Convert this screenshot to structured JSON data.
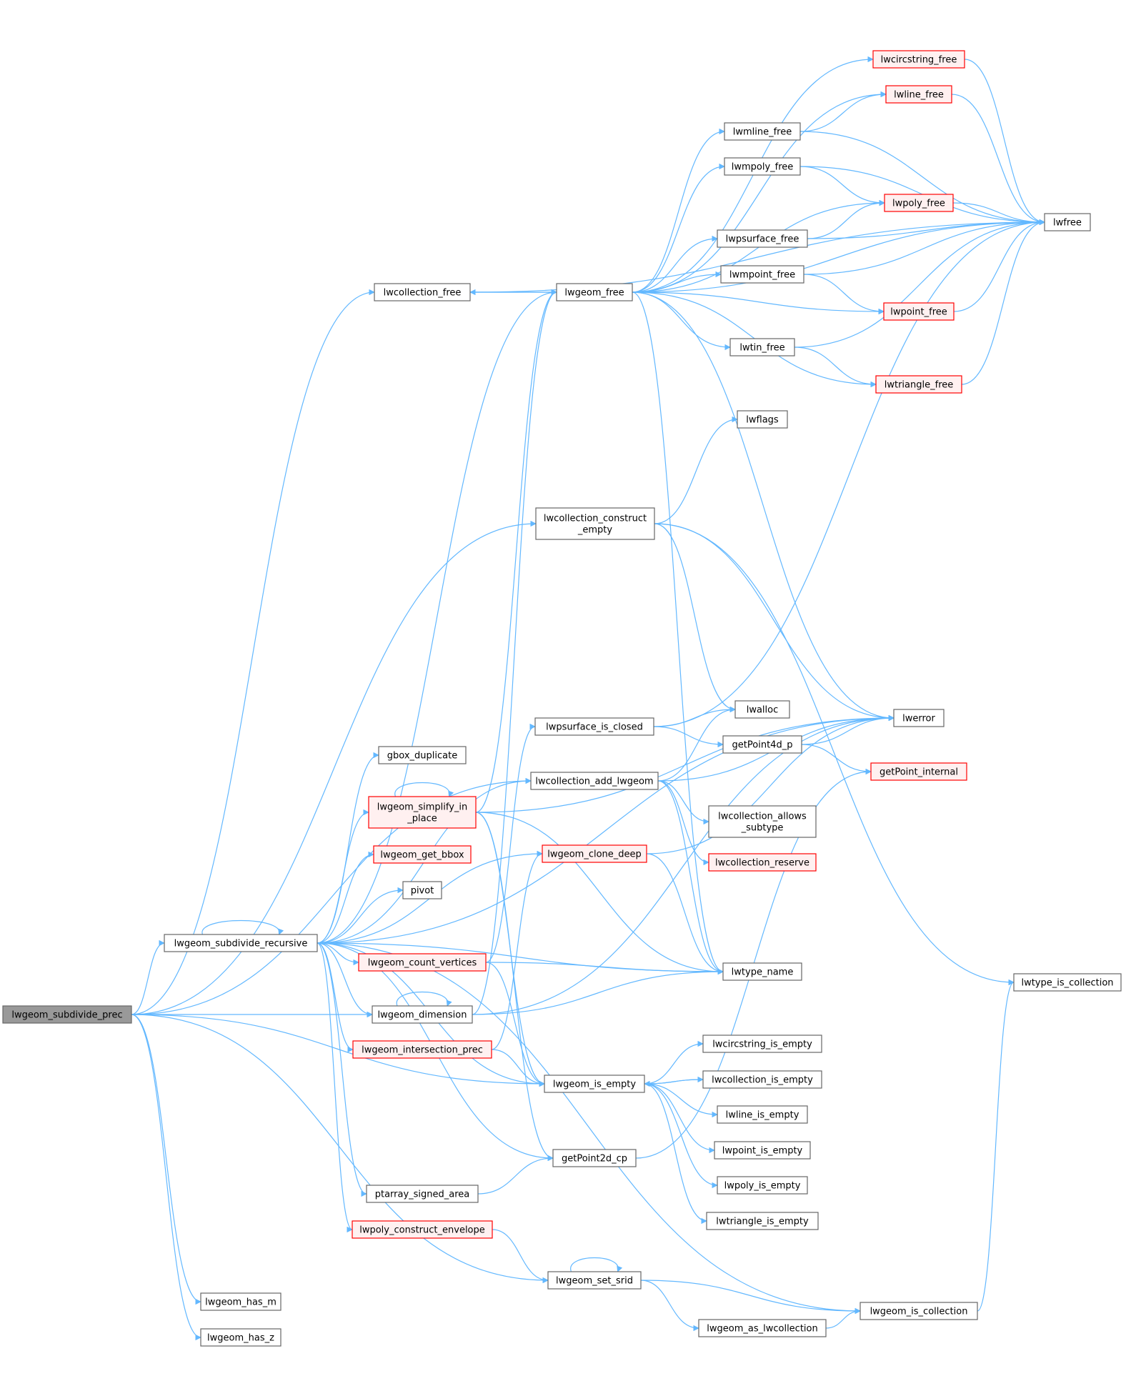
{
  "colors": {
    "edge": "#63b8ff",
    "node_border": "#666666",
    "node_fill": "#ffffff",
    "root_fill": "#999999",
    "red_border": "#ff0000",
    "red_fill": "#fff0f0"
  },
  "nodes": {
    "lwgeom_subdivide_prec": {
      "lines": [
        "lwgeom_subdivide_prec"
      ],
      "style": "root"
    },
    "lwcollection_free": {
      "lines": [
        "lwcollection_free"
      ],
      "style": "normal"
    },
    "lwgeom_free": {
      "lines": [
        "lwgeom_free"
      ],
      "style": "normal"
    },
    "lwcircstring_free": {
      "lines": [
        "lwcircstring_free"
      ],
      "style": "red"
    },
    "lwline_free": {
      "lines": [
        "lwline_free"
      ],
      "style": "red"
    },
    "lwmline_free": {
      "lines": [
        "lwmline_free"
      ],
      "style": "normal"
    },
    "lwmpoly_free": {
      "lines": [
        "lwmpoly_free"
      ],
      "style": "normal"
    },
    "lwpoly_free": {
      "lines": [
        "lwpoly_free"
      ],
      "style": "red"
    },
    "lwpsurface_free": {
      "lines": [
        "lwpsurface_free"
      ],
      "style": "normal"
    },
    "lwmpoint_free": {
      "lines": [
        "lwmpoint_free"
      ],
      "style": "normal"
    },
    "lwpoint_free": {
      "lines": [
        "lwpoint_free"
      ],
      "style": "red"
    },
    "lwtin_free": {
      "lines": [
        "lwtin_free"
      ],
      "style": "normal"
    },
    "lwtriangle_free": {
      "lines": [
        "lwtriangle_free"
      ],
      "style": "red"
    },
    "lwfree": {
      "lines": [
        "lwfree"
      ],
      "style": "normal"
    },
    "lwflags": {
      "lines": [
        "lwflags"
      ],
      "style": "normal"
    },
    "lwcollection_construct_empty": {
      "lines": [
        "lwcollection_construct",
        "_empty"
      ],
      "style": "normal"
    },
    "lwalloc": {
      "lines": [
        "lwalloc"
      ],
      "style": "normal"
    },
    "lwerror": {
      "lines": [
        "lwerror"
      ],
      "style": "normal"
    },
    "lwpsurface_is_closed": {
      "lines": [
        "lwpsurface_is_closed"
      ],
      "style": "normal"
    },
    "getPoint4d_p": {
      "lines": [
        "getPoint4d_p"
      ],
      "style": "normal"
    },
    "getPoint_internal": {
      "lines": [
        "getPoint_internal"
      ],
      "style": "red"
    },
    "gbox_duplicate": {
      "lines": [
        "gbox_duplicate"
      ],
      "style": "normal"
    },
    "lwcollection_add_lwgeom": {
      "lines": [
        "lwcollection_add_lwgeom"
      ],
      "style": "normal"
    },
    "lwgeom_simplify_in_place": {
      "lines": [
        "lwgeom_simplify_in",
        "_place"
      ],
      "style": "red"
    },
    "lwcollection_allows_subtype": {
      "lines": [
        "lwcollection_allows",
        "_subtype"
      ],
      "style": "normal"
    },
    "lwgeom_get_bbox": {
      "lines": [
        "lwgeom_get_bbox"
      ],
      "style": "red"
    },
    "lwgeom_clone_deep": {
      "lines": [
        "lwgeom_clone_deep"
      ],
      "style": "red"
    },
    "lwcollection_reserve": {
      "lines": [
        "lwcollection_reserve"
      ],
      "style": "red"
    },
    "pivot": {
      "lines": [
        "pivot"
      ],
      "style": "normal"
    },
    "lwgeom_subdivide_recursive": {
      "lines": [
        "lwgeom_subdivide_recursive"
      ],
      "style": "normal"
    },
    "lwgeom_count_vertices": {
      "lines": [
        "lwgeom_count_vertices"
      ],
      "style": "red"
    },
    "lwtype_name": {
      "lines": [
        "lwtype_name"
      ],
      "style": "normal"
    },
    "lwtype_is_collection": {
      "lines": [
        "lwtype_is_collection"
      ],
      "style": "normal"
    },
    "lwgeom_dimension": {
      "lines": [
        "lwgeom_dimension"
      ],
      "style": "normal"
    },
    "lwcircstring_is_empty": {
      "lines": [
        "lwcircstring_is_empty"
      ],
      "style": "normal"
    },
    "lwgeom_intersection_prec": {
      "lines": [
        "lwgeom_intersection_prec"
      ],
      "style": "red"
    },
    "lwcollection_is_empty": {
      "lines": [
        "lwcollection_is_empty"
      ],
      "style": "normal"
    },
    "lwgeom_is_empty": {
      "lines": [
        "lwgeom_is_empty"
      ],
      "style": "normal"
    },
    "lwline_is_empty": {
      "lines": [
        "lwline_is_empty"
      ],
      "style": "normal"
    },
    "lwpoint_is_empty": {
      "lines": [
        "lwpoint_is_empty"
      ],
      "style": "normal"
    },
    "getPoint2d_cp": {
      "lines": [
        "getPoint2d_cp"
      ],
      "style": "normal"
    },
    "ptarray_signed_area": {
      "lines": [
        "ptarray_signed_area"
      ],
      "style": "normal"
    },
    "lwpoly_is_empty": {
      "lines": [
        "lwpoly_is_empty"
      ],
      "style": "normal"
    },
    "lwtriangle_is_empty": {
      "lines": [
        "lwtriangle_is_empty"
      ],
      "style": "normal"
    },
    "lwpoly_construct_envelope": {
      "lines": [
        "lwpoly_construct_envelope"
      ],
      "style": "red"
    },
    "lwgeom_set_srid": {
      "lines": [
        "lwgeom_set_srid"
      ],
      "style": "normal"
    },
    "lwgeom_is_collection": {
      "lines": [
        "lwgeom_is_collection"
      ],
      "style": "normal"
    },
    "lwgeom_as_lwcollection": {
      "lines": [
        "lwgeom_as_lwcollection"
      ],
      "style": "normal"
    },
    "lwgeom_has_m": {
      "lines": [
        "lwgeom_has_m"
      ],
      "style": "normal"
    },
    "lwgeom_has_z": {
      "lines": [
        "lwgeom_has_z"
      ],
      "style": "normal"
    }
  },
  "edges": [
    [
      "lwgeom_subdivide_prec",
      "lwcollection_free"
    ],
    [
      "lwgeom_subdivide_prec",
      "lwcollection_construct_empty"
    ],
    [
      "lwgeom_subdivide_prec",
      "lwcollection_add_lwgeom"
    ],
    [
      "lwgeom_subdivide_prec",
      "lwgeom_subdivide_recursive"
    ],
    [
      "lwgeom_subdivide_prec",
      "lwgeom_dimension"
    ],
    [
      "lwgeom_subdivide_prec",
      "lwgeom_is_empty"
    ],
    [
      "lwgeom_subdivide_prec",
      "lwgeom_set_srid"
    ],
    [
      "lwgeom_subdivide_prec",
      "lwgeom_has_m"
    ],
    [
      "lwgeom_subdivide_prec",
      "lwgeom_has_z"
    ],
    [
      "lwcollection_free",
      "lwgeom_free"
    ],
    [
      "lwcollection_free",
      "lwfree"
    ],
    [
      "lwgeom_free",
      "lwcollection_free"
    ],
    [
      "lwgeom_free",
      "lwcircstring_free"
    ],
    [
      "lwgeom_free",
      "lwline_free"
    ],
    [
      "lwgeom_free",
      "lwmline_free"
    ],
    [
      "lwgeom_free",
      "lwmpoly_free"
    ],
    [
      "lwgeom_free",
      "lwpoly_free"
    ],
    [
      "lwgeom_free",
      "lwpsurface_free"
    ],
    [
      "lwgeom_free",
      "lwmpoint_free"
    ],
    [
      "lwgeom_free",
      "lwpoint_free"
    ],
    [
      "lwgeom_free",
      "lwtin_free"
    ],
    [
      "lwgeom_free",
      "lwtriangle_free"
    ],
    [
      "lwgeom_free",
      "lwfree"
    ],
    [
      "lwgeom_free",
      "lwerror"
    ],
    [
      "lwgeom_free",
      "lwtype_name"
    ],
    [
      "lwcircstring_free",
      "lwfree"
    ],
    [
      "lwline_free",
      "lwfree"
    ],
    [
      "lwmline_free",
      "lwline_free"
    ],
    [
      "lwmline_free",
      "lwfree"
    ],
    [
      "lwmpoly_free",
      "lwpoly_free"
    ],
    [
      "lwmpoly_free",
      "lwfree"
    ],
    [
      "lwpoly_free",
      "lwfree"
    ],
    [
      "lwpsurface_free",
      "lwpoly_free"
    ],
    [
      "lwpsurface_free",
      "lwfree"
    ],
    [
      "lwmpoint_free",
      "lwpoint_free"
    ],
    [
      "lwmpoint_free",
      "lwfree"
    ],
    [
      "lwpoint_free",
      "lwfree"
    ],
    [
      "lwtin_free",
      "lwtriangle_free"
    ],
    [
      "lwtin_free",
      "lwfree"
    ],
    [
      "lwtriangle_free",
      "lwfree"
    ],
    [
      "lwcollection_construct_empty",
      "lwflags"
    ],
    [
      "lwcollection_construct_empty",
      "lwalloc"
    ],
    [
      "lwcollection_construct_empty",
      "lwerror"
    ],
    [
      "lwcollection_construct_empty",
      "lwtype_is_collection"
    ],
    [
      "lwpsurface_is_closed",
      "lwfree"
    ],
    [
      "lwpsurface_is_closed",
      "lwalloc"
    ],
    [
      "lwpsurface_is_closed",
      "getPoint4d_p"
    ],
    [
      "getPoint4d_p",
      "lwerror"
    ],
    [
      "getPoint4d_p",
      "getPoint_internal"
    ],
    [
      "lwcollection_add_lwgeom",
      "lwalloc"
    ],
    [
      "lwcollection_add_lwgeom",
      "lwerror"
    ],
    [
      "lwcollection_add_lwgeom",
      "lwcollection_allows_subtype"
    ],
    [
      "lwcollection_add_lwgeom",
      "lwcollection_reserve"
    ],
    [
      "lwcollection_add_lwgeom",
      "lwtype_name"
    ],
    [
      "lwgeom_simplify_in_place",
      "lwgeom_simplify_in_place"
    ],
    [
      "lwgeom_simplify_in_place",
      "lwgeom_free"
    ],
    [
      "lwgeom_simplify_in_place",
      "lwerror"
    ],
    [
      "lwgeom_simplify_in_place",
      "lwtype_name"
    ],
    [
      "lwgeom_simplify_in_place",
      "lwgeom_is_empty"
    ],
    [
      "lwgeom_simplify_in_place",
      "getPoint2d_cp"
    ],
    [
      "lwgeom_clone_deep",
      "lwerror"
    ],
    [
      "lwgeom_clone_deep",
      "lwtype_name"
    ],
    [
      "lwgeom_subdivide_recursive",
      "lwgeom_subdivide_recursive"
    ],
    [
      "lwgeom_subdivide_recursive",
      "lwgeom_free"
    ],
    [
      "lwgeom_subdivide_recursive",
      "lwerror"
    ],
    [
      "lwgeom_subdivide_recursive",
      "lwcollection_add_lwgeom"
    ],
    [
      "lwgeom_subdivide_recursive",
      "gbox_duplicate"
    ],
    [
      "lwgeom_subdivide_recursive",
      "lwgeom_simplify_in_place"
    ],
    [
      "lwgeom_subdivide_recursive",
      "lwgeom_get_bbox"
    ],
    [
      "lwgeom_subdivide_recursive",
      "lwgeom_clone_deep"
    ],
    [
      "lwgeom_subdivide_recursive",
      "pivot"
    ],
    [
      "lwgeom_subdivide_recursive",
      "lwgeom_count_vertices"
    ],
    [
      "lwgeom_subdivide_recursive",
      "lwtype_name"
    ],
    [
      "lwgeom_subdivide_recursive",
      "lwgeom_dimension"
    ],
    [
      "lwgeom_subdivide_recursive",
      "lwgeom_intersection_prec"
    ],
    [
      "lwgeom_subdivide_recursive",
      "lwgeom_is_empty"
    ],
    [
      "lwgeom_subdivide_recursive",
      "getPoint2d_cp"
    ],
    [
      "lwgeom_subdivide_recursive",
      "ptarray_signed_area"
    ],
    [
      "lwgeom_subdivide_recursive",
      "lwpoly_construct_envelope"
    ],
    [
      "lwgeom_subdivide_recursive",
      "lwgeom_is_collection"
    ],
    [
      "lwgeom_count_vertices",
      "lwtype_name"
    ],
    [
      "lwgeom_count_vertices",
      "lwgeom_is_empty"
    ],
    [
      "lwgeom_count_vertices",
      "lwpsurface_is_closed"
    ],
    [
      "lwgeom_dimension",
      "lwgeom_dimension"
    ],
    [
      "lwgeom_dimension",
      "lwtype_name"
    ],
    [
      "lwgeom_dimension",
      "lwerror"
    ],
    [
      "lwgeom_dimension",
      "lwgeom_free"
    ],
    [
      "lwgeom_intersection_prec",
      "lwgeom_is_empty"
    ],
    [
      "lwgeom_intersection_prec",
      "lwgeom_clone_deep"
    ],
    [
      "lwgeom_is_empty",
      "lwcircstring_is_empty"
    ],
    [
      "lwgeom_is_empty",
      "lwcollection_is_empty"
    ],
    [
      "lwgeom_is_empty",
      "lwline_is_empty"
    ],
    [
      "lwgeom_is_empty",
      "lwpoint_is_empty"
    ],
    [
      "lwgeom_is_empty",
      "lwpoly_is_empty"
    ],
    [
      "lwgeom_is_empty",
      "lwtriangle_is_empty"
    ],
    [
      "lwcollection_is_empty",
      "lwgeom_is_empty"
    ],
    [
      "getPoint2d_cp",
      "getPoint_internal"
    ],
    [
      "ptarray_signed_area",
      "getPoint2d_cp"
    ],
    [
      "lwpoly_construct_envelope",
      "lwgeom_set_srid"
    ],
    [
      "lwgeom_set_srid",
      "lwgeom_set_srid"
    ],
    [
      "lwgeom_set_srid",
      "lwgeom_is_collection"
    ],
    [
      "lwgeom_set_srid",
      "lwgeom_as_lwcollection"
    ],
    [
      "lwgeom_as_lwcollection",
      "lwgeom_is_collection"
    ],
    [
      "lwgeom_is_collection",
      "lwtype_is_collection"
    ]
  ]
}
